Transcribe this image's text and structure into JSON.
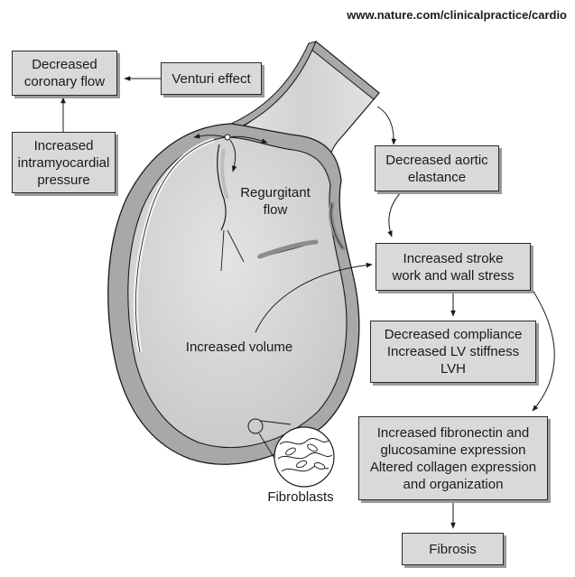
{
  "source": "www.nature.com/clinicalpractice/cardio",
  "boxes": {
    "decreased_coronary_flow": [
      "Decreased",
      "coronary flow"
    ],
    "venturi_effect": [
      "Venturi effect"
    ],
    "increased_intramyocardial_pressure": [
      "Increased",
      "intramyocardial",
      "pressure"
    ],
    "decreased_aortic_elastance": [
      "Decreased aortic",
      "elastance"
    ],
    "increased_stroke_work": [
      "Increased stroke",
      "work and wall stress"
    ],
    "decreased_compliance": [
      "Decreased compliance",
      "Increased LV stiffness",
      "LVH"
    ],
    "increased_fibronectin": [
      "Increased fibronectin and",
      "glucosamine expression",
      "Altered collagen expression",
      "and organization"
    ],
    "fibrosis": [
      "Fibrosis"
    ]
  },
  "labels": {
    "regurgitant_flow": [
      "Regurgitant",
      "flow"
    ],
    "increased_volume": "Increased volume",
    "fibroblasts": "Fibroblasts"
  },
  "colors": {
    "box_fill": "#d9d9d9",
    "heart_fill": "#cfcfcf",
    "wall_fill": "#a8a8a8",
    "line": "#1a1a1a"
  }
}
